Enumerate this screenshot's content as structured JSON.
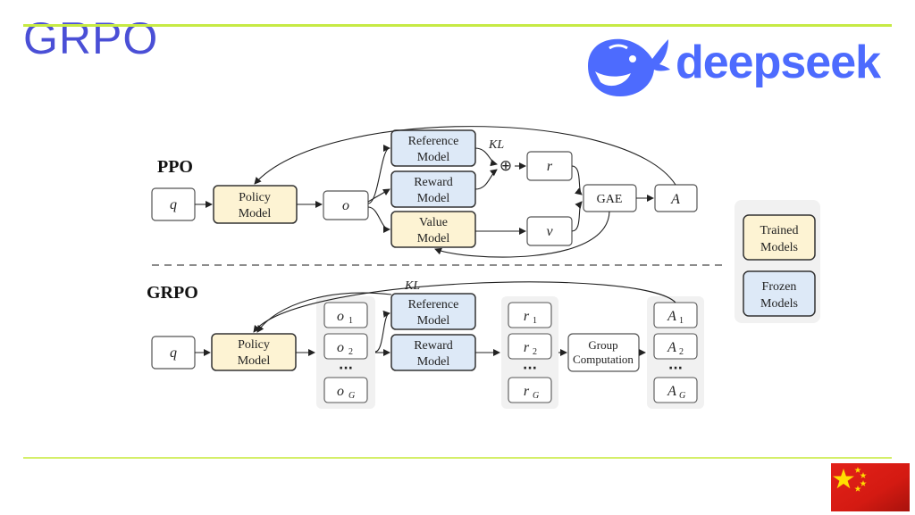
{
  "slide": {
    "title": "GRPO"
  },
  "logo": {
    "text": "deepseek",
    "color": "#4d6bfe"
  },
  "colors": {
    "trained": "#fdf3d3",
    "frozen": "#dde9f7",
    "accent_rule": "#c6ea44",
    "title": "#4a4fd6"
  },
  "ppo": {
    "label": "PPO",
    "q": "q",
    "policy": [
      "Policy",
      "Model"
    ],
    "o": "o",
    "reference": [
      "Reference",
      "Model"
    ],
    "reward": [
      "Reward",
      "Model"
    ],
    "value": [
      "Value",
      "Model"
    ],
    "kl": "KL",
    "plus": "⊕",
    "r": "r",
    "v": "v",
    "gae": "GAE",
    "a": "A"
  },
  "grpo": {
    "label": "GRPO",
    "q": "q",
    "policy": [
      "Policy",
      "Model"
    ],
    "outputs": [
      "o",
      "o",
      "o"
    ],
    "output_subs": [
      "1",
      "2",
      "G"
    ],
    "reference": [
      "Reference",
      "Model"
    ],
    "reward": [
      "Reward",
      "Model"
    ],
    "kl": "KL",
    "rewards": [
      "r",
      "r",
      "r"
    ],
    "reward_subs": [
      "1",
      "2",
      "G"
    ],
    "group": [
      "Group",
      "Computation"
    ],
    "advantages": [
      "A",
      "A",
      "A"
    ],
    "adv_subs": [
      "1",
      "2",
      "G"
    ],
    "ellipsis": "···"
  },
  "legend": {
    "trained": [
      "Trained",
      "Models"
    ],
    "frozen": [
      "Frozen",
      "Models"
    ]
  }
}
